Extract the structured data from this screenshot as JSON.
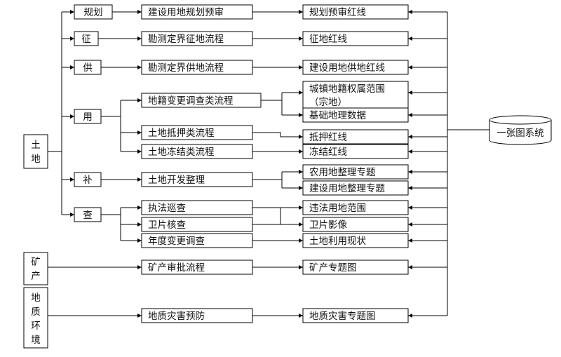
{
  "categories": {
    "land": "土地",
    "mineral": [
      "矿",
      "产"
    ],
    "geology": [
      "地",
      "质",
      "环",
      "境"
    ]
  },
  "land_branches": {
    "plan": "规划",
    "levy": "征",
    "supply": "供",
    "use": "用",
    "supplement": "补",
    "inspect": "查"
  },
  "processes": {
    "plan_review": "建设用地规划预审",
    "levy_survey": "勘测定界征地流程",
    "supply_survey": "勘测定界供地流程",
    "cadastre_change": "地籍变更调查类流程",
    "mortgage": "土地抵押类流程",
    "freeze": "土地冻结类流程",
    "development": "土地开发整理",
    "enforcement": "执法巡查",
    "satellite": "卫片核查",
    "annual_change": "年度变更调查",
    "mineral_approval": "矿产审批流程",
    "disaster_prevention": "地质灾害预防"
  },
  "data_layers": {
    "plan_red_line": "规划预审红线",
    "levy_red_line": "征地红线",
    "supply_red_line": "建设用地供地红线",
    "ownership_range": [
      "城镇地籍权属范围",
      "（宗地）"
    ],
    "basic_geo_data": "基础地理数据",
    "mortgage_red_line": "抵押红线",
    "freeze_red_line": "冻结红线",
    "farmland_consolidation": "农用地整理专题",
    "construction_consolidation": "建设用地整理专题",
    "illegal_land_range": "违法用地范围",
    "satellite_image": "卫片影像",
    "land_use_status": "土地利用现状",
    "mineral_thematic_map": "矿产专题图",
    "disaster_thematic_map": "地质灾害专题图"
  },
  "system": "一张图系统"
}
